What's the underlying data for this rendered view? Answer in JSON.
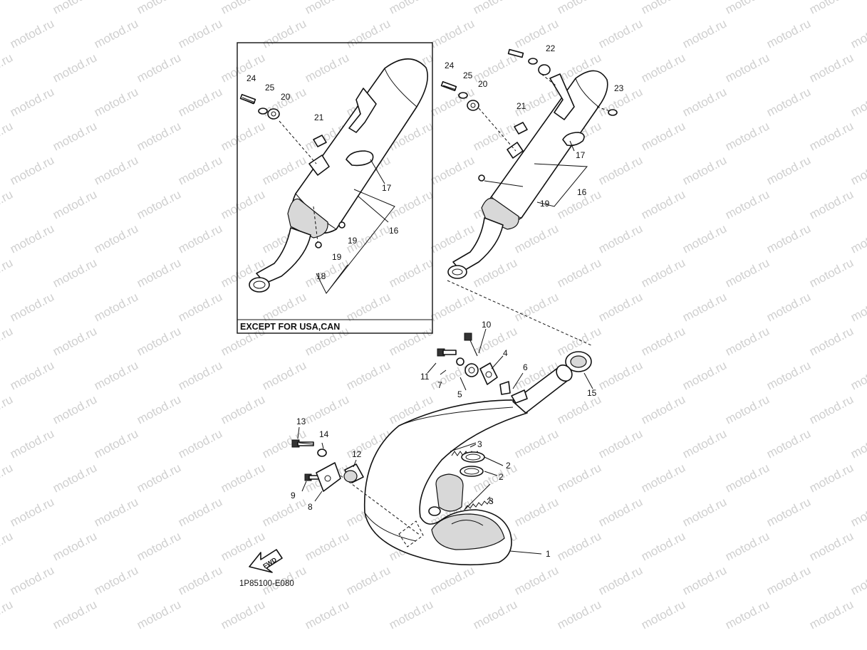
{
  "watermark": "motod.ru",
  "inset": {
    "label": "EXCEPT FOR USA,CAN"
  },
  "diagram_code": "1P85100-E080",
  "fwd_arrow": {
    "label": "FWD"
  },
  "callouts": {
    "c1": "1",
    "c2a": "2",
    "c2b": "2",
    "c3a": "3",
    "c3b": "3",
    "c4": "4",
    "c5": "5",
    "c6": "6",
    "c7": "7",
    "c8": "8",
    "c9": "9",
    "c10": "10",
    "c11": "11",
    "c12": "12",
    "c13": "13",
    "c14": "14",
    "c15": "15",
    "m16": "16",
    "m17": "17",
    "m19": "19",
    "m20": "20",
    "m21": "21",
    "m22": "22",
    "m23": "23",
    "m24": "24",
    "m25": "25",
    "i16": "16",
    "i17": "17",
    "i18": "18",
    "i19a": "19",
    "i19b": "19",
    "i20": "20",
    "i21": "21",
    "i24": "24",
    "i25": "25"
  },
  "colors": {
    "line": "#111111",
    "watermark": "#cfcfcf",
    "shade": "#d8d8d8"
  }
}
